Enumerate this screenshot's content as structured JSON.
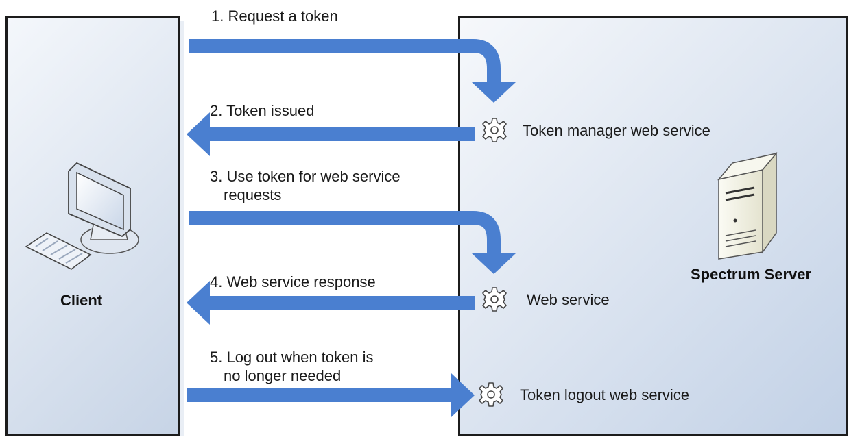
{
  "client": {
    "label": "Client",
    "icon": "computer-icon"
  },
  "server": {
    "label": "Spectrum Server",
    "icon": "server-icon"
  },
  "arrow_color": "#4a7fd0",
  "box_border_color": "#1c1c1c",
  "steps": [
    {
      "text": "1. Request a token"
    },
    {
      "text": "2. Token issued"
    },
    {
      "line1": "3. Use token for web service",
      "line2": "requests"
    },
    {
      "text": "4. Web service response"
    },
    {
      "line1": "5. Log out when token is",
      "line2": "no longer needed"
    }
  ],
  "services": [
    {
      "label": "Token manager web service",
      "icon": "gear-icon"
    },
    {
      "label": "Web service",
      "icon": "gear-icon"
    },
    {
      "label": "Token logout web service",
      "icon": "gear-icon"
    }
  ]
}
